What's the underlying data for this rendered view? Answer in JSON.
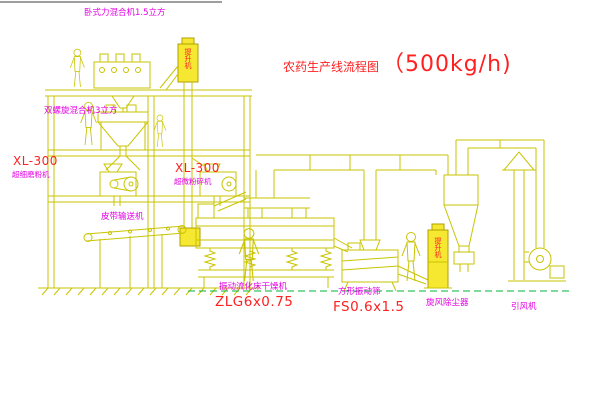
{
  "title": {
    "name": "农药生产线流程图",
    "capacity": "（500kg/h)"
  },
  "labels": {
    "horizontal_mixer": "卧式力混合机1.5立方",
    "screw_mixer": "双螺旋混合机3立方",
    "mill_left_model": "XL-300",
    "mill_left_name": "超细磨粉机",
    "mill_right_model": "XL-300",
    "mill_right_name": "超微粉碎机",
    "belt_conveyor": "皮带输送机",
    "dryer_name": "振动流化床干燥机",
    "dryer_model": "ZLG6x0.75",
    "screen_name": "方形振动筛",
    "screen_model": "FS0.6x1.5",
    "cyclone": "旋风除尘器",
    "fan": "引风机",
    "elevator1": "提升机",
    "elevator2": "提升机"
  },
  "colors": {
    "line_yellow": "#c9c400",
    "equipment_fill": "#f6e731",
    "label_magenta": "#e400e4",
    "label_red": "#ff2020",
    "ground_green": "#00b43c",
    "background": "#ffffff"
  }
}
